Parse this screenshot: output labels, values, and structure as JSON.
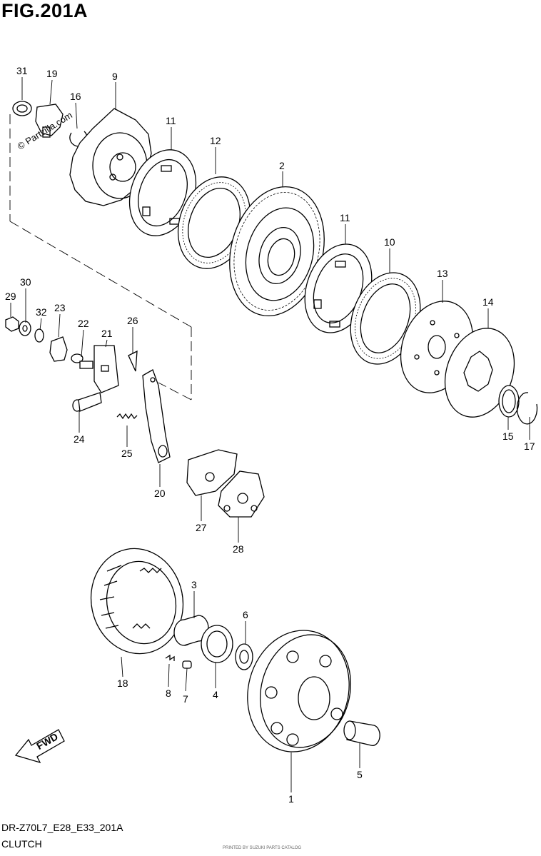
{
  "figure": {
    "title": "FIG.201A",
    "model_code": "DR-Z70L7_E28_E33_201A",
    "caption": "CLUTCH",
    "watermark": "© Partzilla.com",
    "footer_small": "PRINTED BY SUZUKI PARTS CATALOG"
  },
  "callouts": [
    {
      "id": "p31",
      "label": "31"
    },
    {
      "id": "p19",
      "label": "19"
    },
    {
      "id": "p16",
      "label": "16"
    },
    {
      "id": "p9",
      "label": "9"
    },
    {
      "id": "p11a",
      "label": "11"
    },
    {
      "id": "p12",
      "label": "12"
    },
    {
      "id": "p2",
      "label": "2"
    },
    {
      "id": "p11b",
      "label": "11"
    },
    {
      "id": "p10",
      "label": "10"
    },
    {
      "id": "p13",
      "label": "13"
    },
    {
      "id": "p14",
      "label": "14"
    },
    {
      "id": "p15",
      "label": "15"
    },
    {
      "id": "p17",
      "label": "17"
    },
    {
      "id": "p29",
      "label": "29"
    },
    {
      "id": "p30",
      "label": "30"
    },
    {
      "id": "p32",
      "label": "32"
    },
    {
      "id": "p23",
      "label": "23"
    },
    {
      "id": "p22",
      "label": "22"
    },
    {
      "id": "p21",
      "label": "21"
    },
    {
      "id": "p26",
      "label": "26"
    },
    {
      "id": "p24",
      "label": "24"
    },
    {
      "id": "p25",
      "label": "25"
    },
    {
      "id": "p20",
      "label": "20"
    },
    {
      "id": "p27",
      "label": "27"
    },
    {
      "id": "p28",
      "label": "28"
    },
    {
      "id": "p3",
      "label": "3"
    },
    {
      "id": "p6",
      "label": "6"
    },
    {
      "id": "p18",
      "label": "18"
    },
    {
      "id": "p8",
      "label": "8"
    },
    {
      "id": "p7",
      "label": "7"
    },
    {
      "id": "p4",
      "label": "4"
    },
    {
      "id": "p1",
      "label": "1"
    },
    {
      "id": "p5",
      "label": "5"
    }
  ],
  "fwd_arrow": {
    "label": "FWD"
  }
}
